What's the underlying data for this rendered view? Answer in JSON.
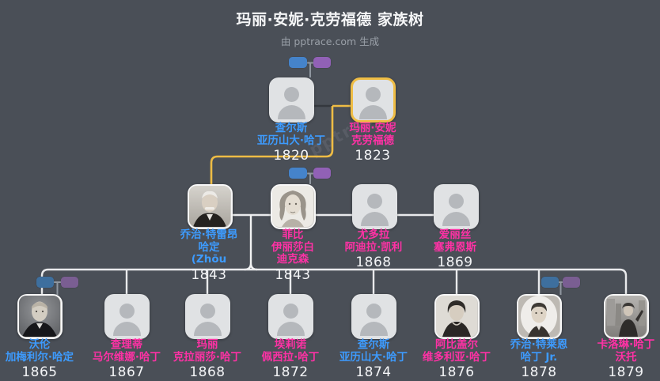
{
  "header": {
    "title": "玛丽·安妮·克劳福德 家族树",
    "subtitle": "由 pptrace.com 生成",
    "watermark": "pptrace"
  },
  "colors": {
    "background": "#4a4f57",
    "male_name": "#3d9bfe",
    "female_name": "#ff31a5",
    "year_text": "#f3f4f6",
    "highlight_border": "#efbd45",
    "highlight_line": "#eebc45",
    "connector_line": "#e9eaec",
    "connector_dark": "#34383e",
    "male_chip": "#4583ca",
    "female_chip": "#9161b6"
  },
  "people": {
    "charles_sr": {
      "line1": "查尔斯",
      "line2": "亚历山大·哈丁",
      "year": "1820"
    },
    "mary_anne": {
      "line1": "玛丽·安妮",
      "line2": "克劳福德",
      "year": "1823"
    },
    "george": {
      "line1": "乔治·特雷昂",
      "line2": "哈定",
      "line3": "(Zhōu",
      "year": "1843"
    },
    "phoebe": {
      "line1": "菲比",
      "line2": "伊丽莎白",
      "line3": "迪克森",
      "year": "1843"
    },
    "eudora": {
      "line1": "尤多拉",
      "line2": "阿迪拉·凯利",
      "year": "1868"
    },
    "alice": {
      "line1": "爱丽丝",
      "line2": "塞弗恩斯",
      "year": "1869"
    },
    "warren": {
      "line1": "沃伦",
      "line2": "加梅利尔·哈定",
      "year": "1865"
    },
    "charity": {
      "line1": "查理蒂",
      "line2": "马尔维娜·哈丁",
      "year": "1867"
    },
    "mary": {
      "line1": "玛丽",
      "line2": "克拉丽莎·哈丁",
      "year": "1868"
    },
    "eleanor": {
      "line1": "埃莉诺",
      "line2": "佩西拉·哈丁",
      "year": "1872"
    },
    "charles_jr": {
      "line1": "查尔斯",
      "line2": "亚历山大·哈丁",
      "year": "1874"
    },
    "abigail": {
      "line1": "阿比盖尔",
      "line2": "维多利亚·哈丁",
      "year": "1876"
    },
    "george_jr": {
      "line1": "乔治·特莱恩",
      "line2": "哈丁 Jr.",
      "year": "1878"
    },
    "caroline": {
      "line1": "卡洛琳·哈丁",
      "line2": "沃托",
      "year": "1879"
    }
  }
}
